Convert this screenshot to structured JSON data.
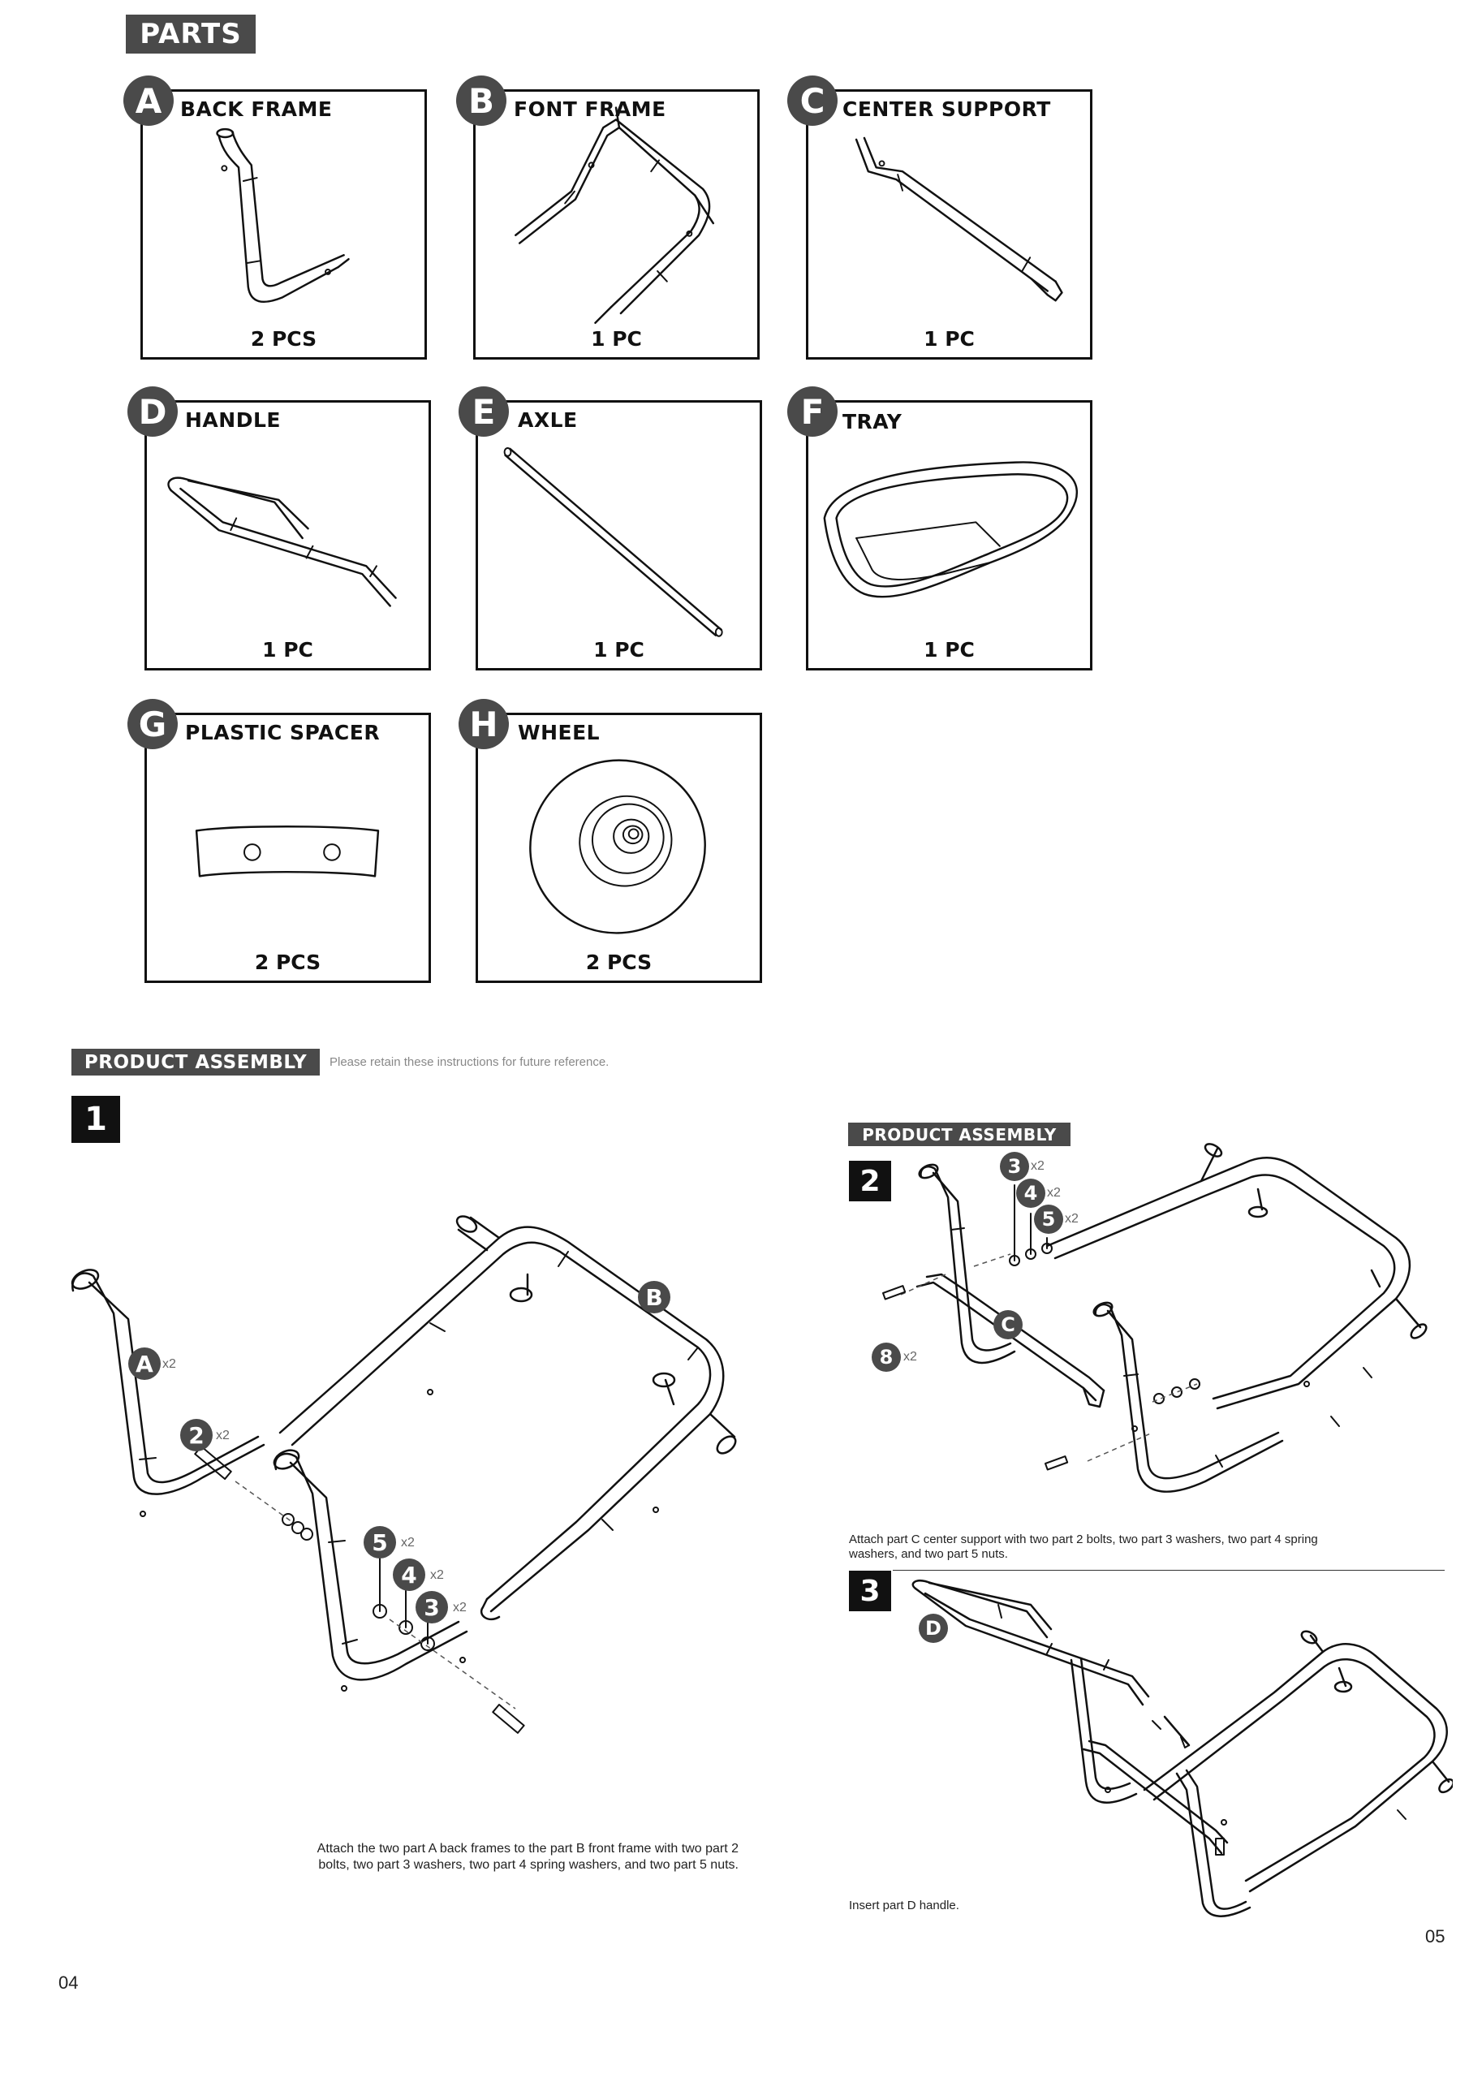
{
  "parts_section": {
    "title": "PARTS",
    "parts": [
      {
        "letter": "A",
        "name": "BACK FRAME",
        "qty": "2 PCS",
        "icon": "back-frame-icon"
      },
      {
        "letter": "B",
        "name": "FONT FRAME",
        "qty": "1 PC",
        "icon": "front-frame-icon"
      },
      {
        "letter": "C",
        "name": "CENTER SUPPORT",
        "qty": "1 PC",
        "icon": "center-support-icon"
      },
      {
        "letter": "D",
        "name": "HANDLE",
        "qty": "1 PC",
        "icon": "handle-icon"
      },
      {
        "letter": "E",
        "name": "AXLE",
        "qty": "1 PC",
        "icon": "axle-icon"
      },
      {
        "letter": "F",
        "name": "TRAY",
        "qty": "1 PC",
        "icon": "tray-icon"
      },
      {
        "letter": "G",
        "name": "PLASTIC SPACER",
        "qty": "2 PCS",
        "icon": "plastic-spacer-icon"
      },
      {
        "letter": "H",
        "name": "WHEEL",
        "qty": "2 PCS",
        "icon": "wheel-icon"
      }
    ]
  },
  "assembly": {
    "title": "PRODUCT ASSEMBLY",
    "note": "Please retain these instructions for future reference.",
    "step1": {
      "number": "1",
      "callouts": {
        "a": {
          "label": "A",
          "mult": "x2"
        },
        "b": {
          "label": "B"
        },
        "p2": {
          "label": "2",
          "mult": "x2"
        },
        "p5": {
          "label": "5",
          "mult": "x2"
        },
        "p4": {
          "label": "4",
          "mult": "x2"
        },
        "p3": {
          "label": "3",
          "mult": "x2"
        }
      },
      "caption_line1": "Attach the two part A back frames to the part B front frame with two part 2",
      "caption_line2": "bolts, two part 3 washers, two part 4 spring washers, and two part 5 nuts."
    },
    "right_title": "PRODUCT ASSEMBLY",
    "step2": {
      "number": "2",
      "callouts": {
        "p3": {
          "label": "3",
          "mult": "x2"
        },
        "p4": {
          "label": "4",
          "mult": "x2"
        },
        "p5": {
          "label": "5",
          "mult": "x2"
        },
        "c": {
          "label": "C"
        },
        "p8": {
          "label": "8",
          "mult": "x2"
        }
      },
      "caption_line1": "Attach part C center support with two part 2 bolts, two part 3 washers, two part 4 spring",
      "caption_line2": "washers, and two part 5 nuts."
    },
    "step3": {
      "number": "3",
      "callouts": {
        "d": {
          "label": "D"
        }
      },
      "caption": "Insert part D handle."
    }
  },
  "page_numbers": {
    "left": "04",
    "right": "05"
  }
}
